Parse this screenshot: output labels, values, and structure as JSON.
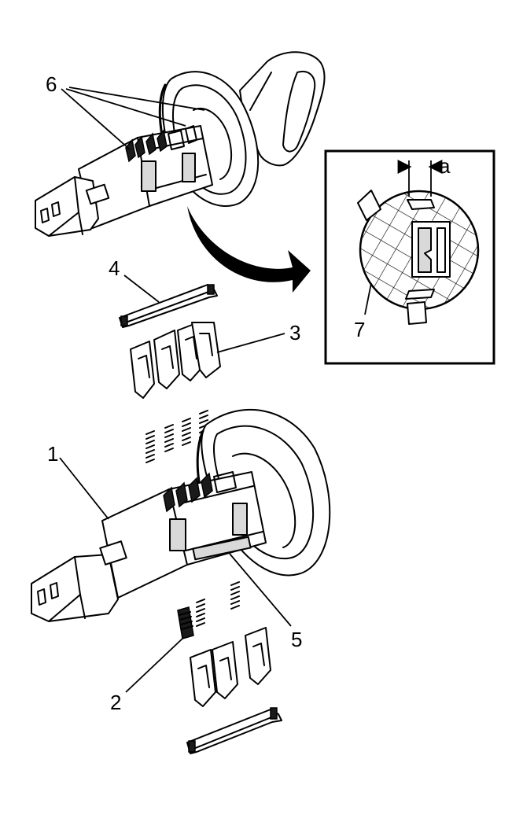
{
  "callouts": {
    "c1": "1",
    "c2": "2",
    "c3": "3",
    "c4": "4",
    "c5": "5",
    "c6": "6",
    "c7": "7",
    "ca": "a"
  },
  "colors": {
    "ink": "#000000",
    "paper": "#ffffff",
    "shade": "#d9d9d9"
  }
}
